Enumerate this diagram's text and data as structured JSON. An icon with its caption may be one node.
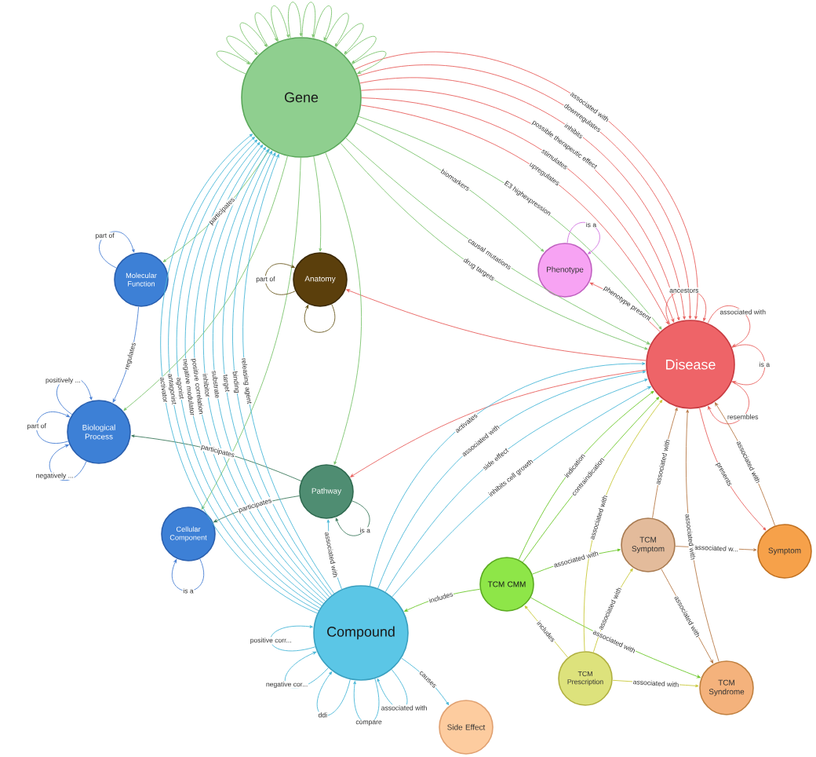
{
  "diagram": {
    "nodes": [
      {
        "text": [
          "Gene"
        ]
      },
      {
        "text": [
          "Molecular Function"
        ]
      },
      {
        "text": [
          "Anatomy"
        ]
      },
      {
        "text": [
          "Phenotype"
        ]
      },
      {
        "text": [
          "Disease"
        ]
      },
      {
        "text": [
          "Biological Process"
        ]
      },
      {
        "text": [
          "Cellular Component"
        ]
      },
      {
        "text": [
          "Pathway"
        ]
      },
      {
        "text": [
          "TCM CMM"
        ]
      },
      {
        "text": [
          "TCM Symptom"
        ]
      },
      {
        "text": [
          "Symptom"
        ]
      },
      {
        "text": [
          "Compound"
        ]
      },
      {
        "text": [
          "TCM Prescription"
        ]
      },
      {
        "text": [
          "TCM Syndrome"
        ]
      },
      {
        "text": [
          "Side Effect"
        ]
      }
    ],
    "edges": [
      {
        "from": 0,
        "to": 4,
        "arrow": "to",
        "label": "associated with",
        "color": "#e8605e"
      },
      {
        "from": 0,
        "to": 4,
        "arrow": "to",
        "label": "downregulates",
        "color": "#e8605e"
      },
      {
        "from": 0,
        "to": 4,
        "arrow": "to",
        "label": "inhibits",
        "color": "#e8605e"
      },
      {
        "from": 0,
        "to": 4,
        "arrow": "to",
        "label": "possible therapeutic effect",
        "color": "#e8605e"
      },
      {
        "from": 0,
        "to": 4,
        "arrow": "to",
        "label": "stimulates",
        "color": "#e8605e"
      },
      {
        "from": 0,
        "to": 4,
        "arrow": "to",
        "label": "upregulates",
        "color": "#e8605e"
      },
      {
        "from": 0,
        "to": 4,
        "arrow": "to",
        "label": "E3 highexpression",
        "color": "#7cc46e"
      },
      {
        "from": 0,
        "to": 3,
        "arrow": "to",
        "label": "biomarkers",
        "color": "#7cc46e"
      },
      {
        "from": 0,
        "to": 4,
        "arrow": "to",
        "label": "causal mutations",
        "color": "#7cc46e"
      },
      {
        "from": 0,
        "to": 4,
        "arrow": "to",
        "label": "drug targets",
        "color": "#7cc46e"
      },
      {
        "from": 3,
        "to": 3,
        "arrow": "to",
        "label": "is a",
        "color": "#d070e0"
      },
      {
        "from": 4,
        "to": 3,
        "arrow": "to",
        "label": "phenotype present",
        "color": "#e8605e"
      },
      {
        "from": 4,
        "to": 4,
        "arrow": "to",
        "label": "ancestors",
        "color": "#e8605e"
      },
      {
        "from": 4,
        "to": 4,
        "arrow": "to",
        "label": "associated with",
        "color": "#e8605e"
      },
      {
        "from": 4,
        "to": 4,
        "arrow": "to",
        "label": "is a",
        "color": "#e8605e"
      },
      {
        "from": 4,
        "to": 4,
        "arrow": "to",
        "label": "resembles",
        "color": "#e8605e"
      },
      {
        "from": 4,
        "to": 10,
        "arrow": "to",
        "label": "presents",
        "color": "#e8605e"
      },
      {
        "from": 4,
        "to": 2,
        "arrow": "to",
        "color": "#e8605e"
      },
      {
        "from": 4,
        "to": 7,
        "arrow": "to",
        "color": "#e8605e"
      },
      {
        "from": 0,
        "to": 1,
        "arrow": "to",
        "label": "participates",
        "color": "#7cc46e"
      },
      {
        "from": 0,
        "to": 5,
        "arrow": "to",
        "color": "#7cc46e"
      },
      {
        "from": 0,
        "to": 6,
        "arrow": "to",
        "color": "#7cc46e"
      },
      {
        "from": 0,
        "to": 7,
        "arrow": "to",
        "color": "#7cc46e"
      },
      {
        "from": 0,
        "to": 2,
        "arrow": "to",
        "color": "#7cc46e"
      },
      {
        "from": 2,
        "to": 2,
        "arrow": "to",
        "label": "part of",
        "color": "#6b5a20"
      },
      {
        "from": 2,
        "to": 2,
        "arrow": "to",
        "color": "#6b5a20"
      },
      {
        "from": 1,
        "to": 1,
        "arrow": "to",
        "label": "part of",
        "color": "#4a80d4"
      },
      {
        "from": 1,
        "to": 5,
        "arrow": "to",
        "label": "regulates",
        "color": "#4a80d4"
      },
      {
        "from": 5,
        "to": 5,
        "arrow": "to",
        "label": "positively ...",
        "color": "#4a80d4"
      },
      {
        "from": 5,
        "to": 5,
        "arrow": "to",
        "label": "part of",
        "color": "#4a80d4"
      },
      {
        "from": 5,
        "to": 5,
        "arrow": "to",
        "label": "negatively ...",
        "color": "#4a80d4"
      },
      {
        "from": 6,
        "to": 6,
        "arrow": "to",
        "label": "is a",
        "color": "#4a80d4"
      },
      {
        "from": 7,
        "to": 5,
        "arrow": "to",
        "label": "participates",
        "color": "#3d7a5e"
      },
      {
        "from": 7,
        "to": 6,
        "arrow": "to",
        "label": "participates",
        "color": "#3d7a5e"
      },
      {
        "from": 7,
        "to": 7,
        "arrow": "to",
        "label": "is a",
        "color": "#3d7a5e"
      },
      {
        "from": 11,
        "to": 7,
        "arrow": "to",
        "label": "associated with",
        "color": "#4bb8d8"
      },
      {
        "from": 11,
        "to": 11,
        "arrow": "to",
        "label": "positive corr...",
        "color": "#4bb8d8"
      },
      {
        "from": 11,
        "to": 11,
        "arrow": "to",
        "label": "negative cor...",
        "color": "#4bb8d8"
      },
      {
        "from": 11,
        "to": 11,
        "arrow": "to",
        "label": "ddi",
        "color": "#4bb8d8"
      },
      {
        "from": 11,
        "to": 11,
        "arrow": "to",
        "label": "compare",
        "color": "#4bb8d8"
      },
      {
        "from": 11,
        "to": 11,
        "arrow": "to",
        "label": "associated with",
        "color": "#4bb8d8"
      },
      {
        "from": 11,
        "to": 14,
        "arrow": "to",
        "label": "causes",
        "color": "#4bb8d8"
      },
      {
        "from": 8,
        "to": 11,
        "arrow": "to",
        "label": "includes",
        "color": "#6cc82a"
      },
      {
        "from": 8,
        "to": 4,
        "arrow": "to",
        "label": "indication",
        "color": "#6cc82a"
      },
      {
        "from": 8,
        "to": 4,
        "arrow": "to",
        "label": "contraindication",
        "color": "#6cc82a"
      },
      {
        "from": 8,
        "to": 9,
        "arrow": "to",
        "label": "associated with",
        "color": "#6cc82a"
      },
      {
        "from": 8,
        "to": 13,
        "arrow": "to",
        "label": "associated with",
        "color": "#6cc82a"
      },
      {
        "from": 12,
        "to": 8,
        "arrow": "to",
        "label": "includes",
        "color": "#c8c83a"
      },
      {
        "from": 12,
        "to": 13,
        "arrow": "to",
        "label": "associated with",
        "color": "#c8c83a"
      },
      {
        "from": 12,
        "to": 9,
        "arrow": "to",
        "label": "associated with",
        "color": "#c8c83a"
      },
      {
        "from": 12,
        "to": 4,
        "arrow": "to",
        "label": "associated with",
        "color": "#c8c83a"
      },
      {
        "from": 9,
        "to": 10,
        "arrow": "to",
        "label": "associated w...",
        "color": "#b87a48"
      },
      {
        "from": 9,
        "to": 13,
        "arrow": "to",
        "label": "associated with",
        "color": "#b87a48"
      },
      {
        "from": 9,
        "to": 4,
        "arrow": "to",
        "label": "associated with",
        "color": "#b87a48"
      },
      {
        "from": 13,
        "to": 4,
        "arrow": "to",
        "label": "associated with",
        "color": "#b87a48"
      },
      {
        "from": 10,
        "to": 4,
        "arrow": "to",
        "label": "associated with",
        "color": "#b87a48"
      },
      {
        "from": 11,
        "to": 4,
        "arrow": "to",
        "label": "inhibits cell growth",
        "color": "#4bb8d8"
      },
      {
        "from": 11,
        "to": 4,
        "arrow": "to",
        "label": "side effect",
        "color": "#4bb8d8"
      },
      {
        "from": 11,
        "to": 4,
        "arrow": "to",
        "label": "associated with",
        "color": "#4bb8d8"
      },
      {
        "from": 11,
        "to": 4,
        "arrow": "to",
        "label": "activates",
        "color": "#4bb8d8"
      },
      {
        "from": 11,
        "to": 0,
        "arrow": "to",
        "label": "releasing agent",
        "color": "#4bb8d8"
      },
      {
        "from": 11,
        "to": 0,
        "arrow": "to",
        "label": "binding",
        "color": "#4bb8d8"
      },
      {
        "from": 11,
        "to": 0,
        "arrow": "to",
        "label": "target",
        "color": "#4bb8d8"
      },
      {
        "from": 11,
        "to": 0,
        "arrow": "to",
        "label": "substrate",
        "color": "#4bb8d8"
      },
      {
        "from": 11,
        "to": 0,
        "arrow": "to",
        "label": "inhibitor",
        "color": "#4bb8d8"
      },
      {
        "from": 11,
        "to": 0,
        "arrow": "to",
        "label": "positive correlation",
        "color": "#4bb8d8"
      },
      {
        "from": 11,
        "to": 0,
        "arrow": "to",
        "label": "negative modulator",
        "color": "#4bb8d8"
      },
      {
        "from": 11,
        "to": 0,
        "arrow": "to",
        "label": "agonist",
        "color": "#4bb8d8"
      },
      {
        "from": 11,
        "to": 0,
        "arrow": "to",
        "label": "antagonist",
        "color": "#4bb8d8"
      },
      {
        "from": 11,
        "to": 0,
        "arrow": "to",
        "label": "activator",
        "color": "#4bb8d8"
      },
      {
        "from": 0,
        "to": 0,
        "arrow": "to",
        "color": "#7cc46e"
      },
      {
        "from": 0,
        "to": 0,
        "arrow": "to",
        "color": "#7cc46e"
      },
      {
        "from": 0,
        "to": 0,
        "arrow": "to",
        "color": "#7cc46e"
      },
      {
        "from": 0,
        "to": 0,
        "arrow": "to",
        "color": "#7cc46e"
      },
      {
        "from": 0,
        "to": 0,
        "arrow": "to",
        "color": "#7cc46e"
      },
      {
        "from": 0,
        "to": 0,
        "arrow": "to",
        "color": "#7cc46e"
      },
      {
        "from": 0,
        "to": 0,
        "arrow": "to",
        "color": "#7cc46e"
      },
      {
        "from": 0,
        "to": 0,
        "arrow": "to",
        "color": "#7cc46e"
      },
      {
        "from": 0,
        "to": 0,
        "arrow": "to",
        "color": "#7cc46e"
      },
      {
        "from": 0,
        "to": 0,
        "arrow": "to",
        "color": "#7cc46e"
      },
      {
        "from": 0,
        "to": 0,
        "arrow": "to",
        "color": "#7cc46e"
      },
      {
        "from": 0,
        "to": 0,
        "arrow": "to",
        "color": "#7cc46e"
      }
    ]
  }
}
